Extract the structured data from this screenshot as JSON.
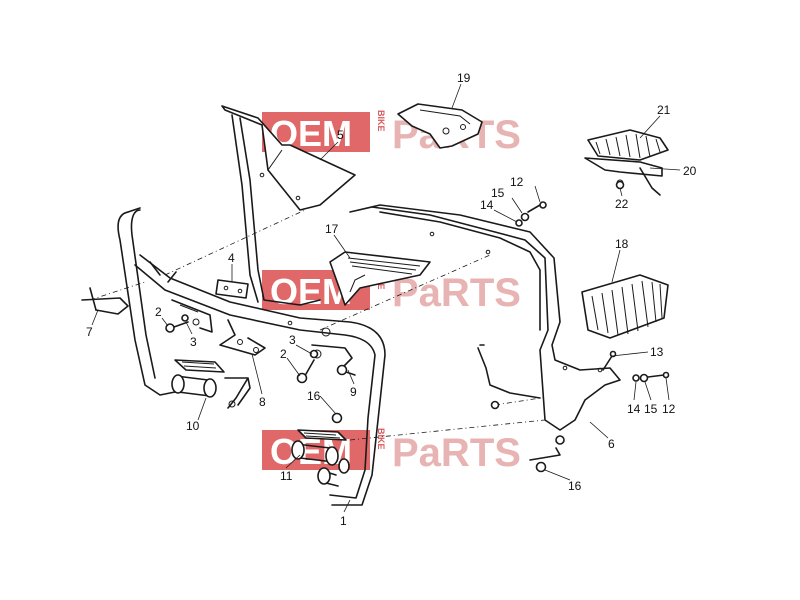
{
  "watermark": {
    "oem": "OEM",
    "bike": "BIKE",
    "parts": "PaRTS",
    "color": "#e06868"
  },
  "callouts": [
    "19",
    "5",
    "21",
    "20",
    "12",
    "15",
    "22",
    "14",
    "17",
    "4",
    "18",
    "7",
    "2",
    "3",
    "13",
    "3",
    "2",
    "9",
    "8",
    "16",
    "14",
    "15",
    "12",
    "10",
    "6",
    "11",
    "16",
    "1"
  ]
}
